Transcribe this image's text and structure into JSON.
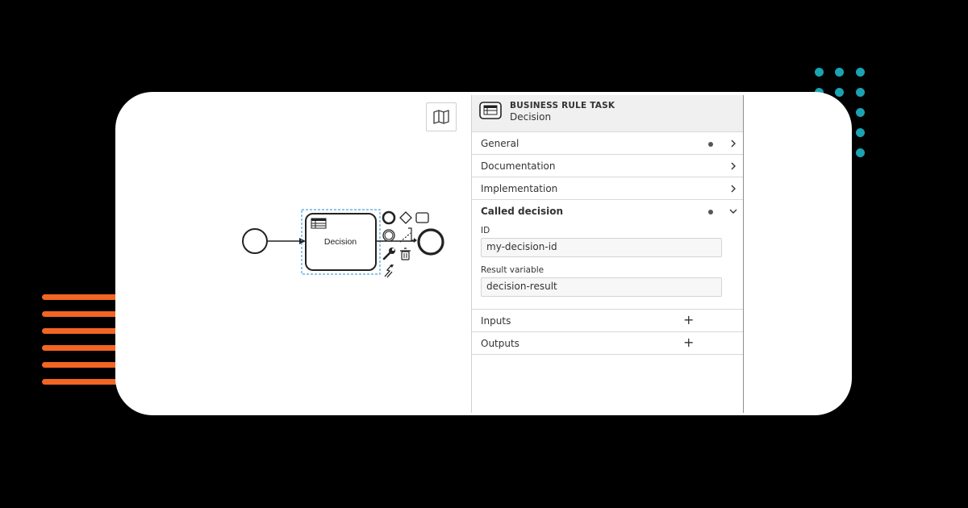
{
  "diagram": {
    "task_label": "Decision"
  },
  "panel": {
    "header": {
      "type": "BUSINESS RULE TASK",
      "name": "Decision"
    },
    "groups": [
      {
        "label": "General",
        "has_data": true,
        "state": "collapsed"
      },
      {
        "label": "Documentation",
        "has_data": false,
        "state": "collapsed"
      },
      {
        "label": "Implementation",
        "has_data": false,
        "state": "collapsed"
      },
      {
        "label": "Called decision",
        "has_data": true,
        "state": "expanded"
      },
      {
        "label": "Inputs",
        "action": "add"
      },
      {
        "label": "Outputs",
        "action": "add"
      }
    ],
    "called_decision": {
      "id_label": "ID",
      "id_value": "my-decision-id",
      "result_label": "Result variable",
      "result_value": "decision-result"
    }
  },
  "icons": [
    "minimap-icon",
    "business-rule-icon",
    "chevron-right-icon",
    "chevron-down-icon",
    "plus-icon",
    "wrench-icon",
    "trash-icon",
    "connect-icon"
  ],
  "colors": {
    "background": "#000000",
    "card": "#ffffff",
    "accent_orange": "#f26522",
    "accent_teal": "#1aa3b3",
    "selection": "#4aa3df"
  }
}
